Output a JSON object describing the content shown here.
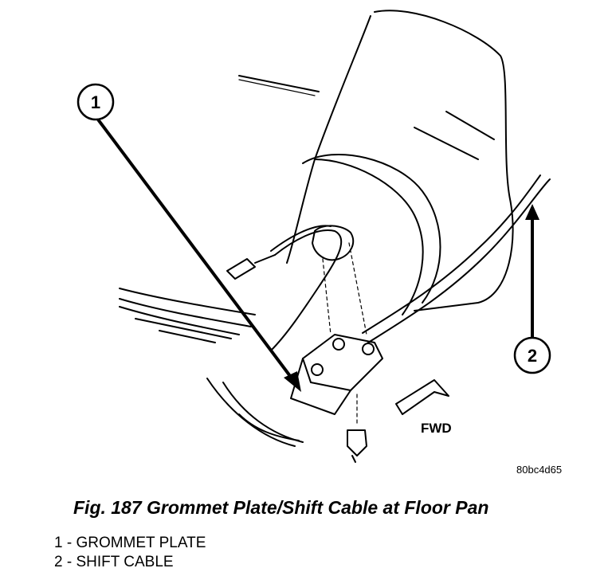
{
  "figure": {
    "callout_1": "1",
    "callout_2": "2",
    "fwd_label": "FWD",
    "image_id": "80bc4d65"
  },
  "caption": "Fig. 187 Grommet Plate/Shift Cable at Floor Pan",
  "legend": [
    {
      "text": "1 - GROMMET PLATE"
    },
    {
      "text": "2 - SHIFT CABLE"
    }
  ]
}
